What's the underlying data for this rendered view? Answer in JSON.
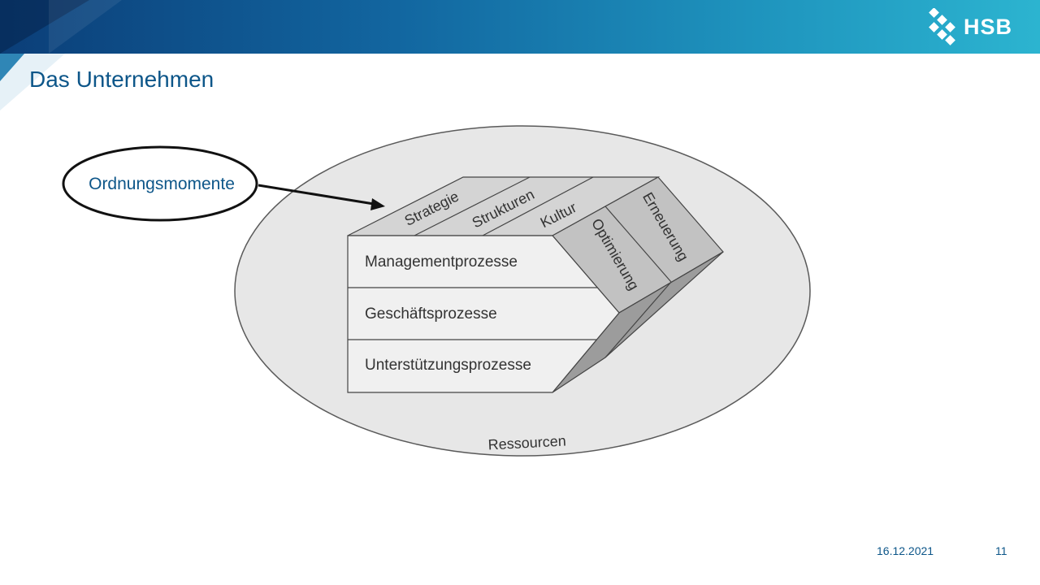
{
  "header": {
    "logo_text": "HSB",
    "gradient_start": "#0b3e78",
    "gradient_end": "#2cb4d0"
  },
  "title": "Das Unternehmen",
  "callout": {
    "label": "Ordnungsmomente"
  },
  "diagram": {
    "outer_label": "Ressourcen",
    "ordnungsmomente": [
      "Strategie",
      "Strukturen",
      "Kultur"
    ],
    "prozesse": [
      "Managementprozesse",
      "Geschäftsprozesse",
      "Unterstützungsprozesse"
    ],
    "entwicklungsmodi": [
      "Optimierung",
      "Erneuerung"
    ]
  },
  "footer": {
    "date": "16.12.2021",
    "page": "11"
  },
  "colors": {
    "accent": "#0d5689",
    "ellipse_fill": "#e7e7e7",
    "box_front": "#f0f0f0",
    "box_top": "#d4d4d4",
    "box_side": "#c2c2c2",
    "box_shadow": "#9c9c9c"
  },
  "icons": {
    "logo": "hsb-logo-icon"
  }
}
